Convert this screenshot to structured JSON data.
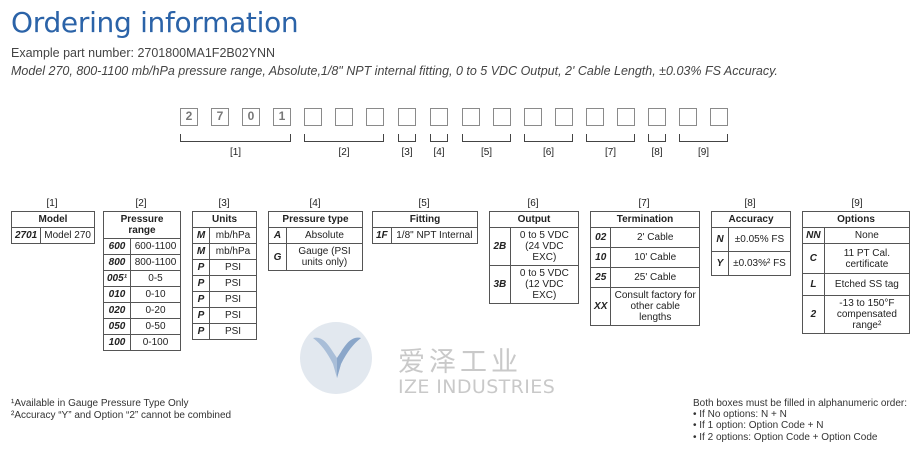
{
  "title": "Ordering information",
  "example": "Example part number: 2701800MA1F2B02YNN",
  "model_line": "Model 270, 800-1100 mb/hPa pressure range, Absolute,1/8\" NPT internal fitting, 0 to 5 VDC Output, 2' Cable Length, ±0.03% FS Accuracy.",
  "part_boxes": [
    "2",
    "7",
    "0",
    "1",
    "",
    "",
    "",
    "",
    "",
    "",
    "",
    "",
    "",
    "",
    "",
    "",
    "",
    ""
  ],
  "brackets": [
    "[1]",
    "[2]",
    "[3]",
    "[4]",
    "[5]",
    "[6]",
    "[7]",
    "[8]",
    "[9]"
  ],
  "sections": {
    "model": {
      "label": "[1]",
      "header": "Model",
      "rows": [
        {
          "code": "2701",
          "desc": "Model 270"
        }
      ]
    },
    "pressure": {
      "label": "[2]",
      "header": "Pressure range",
      "rows": [
        {
          "code": "600",
          "desc": "600-1100"
        },
        {
          "code": "800",
          "desc": "800-1100"
        },
        {
          "code": "005¹",
          "desc": "0-5"
        },
        {
          "code": "010",
          "desc": "0-10"
        },
        {
          "code": "020",
          "desc": "0-20"
        },
        {
          "code": "050",
          "desc": "0-50"
        },
        {
          "code": "100",
          "desc": "0-100"
        }
      ]
    },
    "units": {
      "label": "[3]",
      "header": "Units",
      "rows": [
        {
          "code": "M",
          "desc": "mb/hPa"
        },
        {
          "code": "M",
          "desc": "mb/hPa"
        },
        {
          "code": "P",
          "desc": "PSI"
        },
        {
          "code": "P",
          "desc": "PSI"
        },
        {
          "code": "P",
          "desc": "PSI"
        },
        {
          "code": "P",
          "desc": "PSI"
        },
        {
          "code": "P",
          "desc": "PSI"
        }
      ]
    },
    "pressure_type": {
      "label": "[4]",
      "header": "Pressure type",
      "rows": [
        {
          "code": "A",
          "desc": "Absolute"
        },
        {
          "code": "G",
          "desc": "Gauge (PSI units only)"
        }
      ]
    },
    "fitting": {
      "label": "[5]",
      "header": "Fitting",
      "rows": [
        {
          "code": "1F",
          "desc": "1/8\" NPT Internal"
        }
      ]
    },
    "output": {
      "label": "[6]",
      "header": "Output",
      "rows": [
        {
          "code": "2B",
          "desc": "0 to 5 VDC (24 VDC EXC)"
        },
        {
          "code": "3B",
          "desc": "0 to 5 VDC (12 VDC EXC)"
        }
      ]
    },
    "termination": {
      "label": "[7]",
      "header": "Termination",
      "rows": [
        {
          "code": "02",
          "desc": "2' Cable"
        },
        {
          "code": "10",
          "desc": "10' Cable"
        },
        {
          "code": "25",
          "desc": "25' Cable"
        },
        {
          "code": "XX",
          "desc": "Consult factory for other cable lengths"
        }
      ]
    },
    "accuracy": {
      "label": "[8]",
      "header": "Accuracy",
      "rows": [
        {
          "code": "N",
          "desc": "±0.05% FS"
        },
        {
          "code": "Y",
          "desc": "±0.03%² FS"
        }
      ]
    },
    "options": {
      "label": "[9]",
      "header": "Options",
      "rows": [
        {
          "code": "NN",
          "desc": "None"
        },
        {
          "code": "C",
          "desc": "11 PT Cal. certificate"
        },
        {
          "code": "L",
          "desc": "Etched SS tag"
        },
        {
          "code": "2",
          "desc": "-13 to 150°F compensated range²"
        }
      ]
    }
  },
  "watermark": {
    "cn": "爱泽工业",
    "en": "IZE INDUSTRIES",
    "icon": "ize-logo-icon",
    "color": "#c9c9c9"
  },
  "footnotes": [
    "¹Available in Gauge Pressure Type Only",
    "²Accuracy “Y” and Option “2” cannot be combined"
  ],
  "options_note": [
    "Both boxes must be filled in alphanumeric order:",
    "• If No options: N + N",
    "• If 1 option: Option Code + N",
    "• If 2 options: Option Code + Option Code"
  ],
  "colors": {
    "title": "#2b63a8",
    "box_border": "#8a8a8a"
  }
}
